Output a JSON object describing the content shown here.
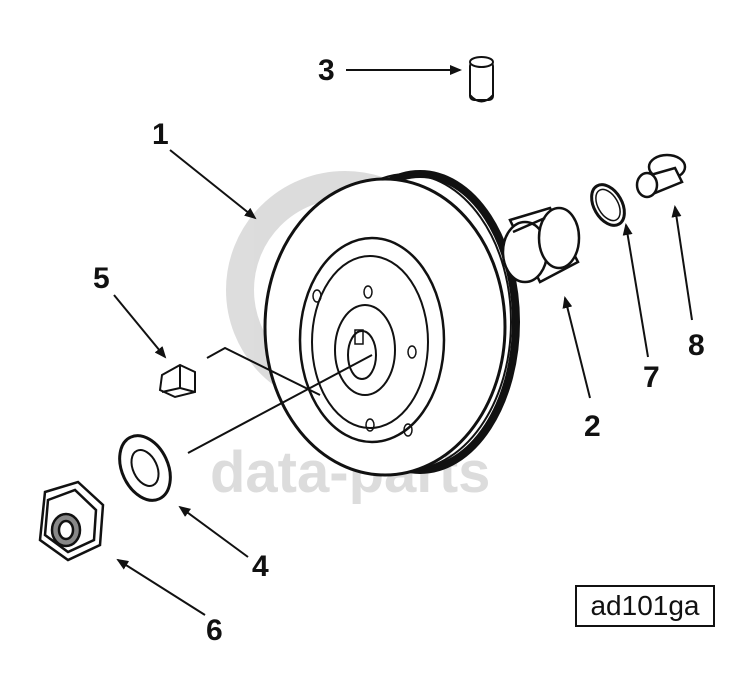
{
  "callouts": {
    "c1": "1",
    "c2": "2",
    "c3": "3",
    "c4": "4",
    "c5": "5",
    "c6": "6",
    "c7": "7",
    "c8": "8"
  },
  "reference_code": "ad101ga",
  "watermark": {
    "text": "data-parts",
    "color": "#d9d9d9"
  },
  "line_color": "#111111"
}
